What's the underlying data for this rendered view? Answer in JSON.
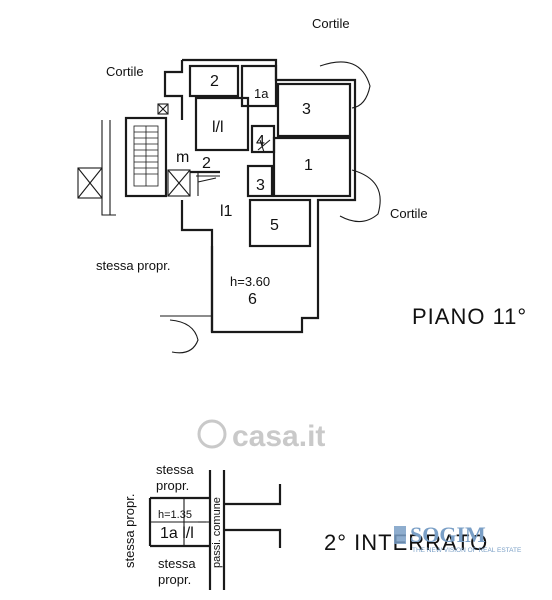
{
  "plan": {
    "floor_title": "PIANO 11°",
    "basement_title": "2° INTERRATO",
    "labels": {
      "cortile_top": "Cortile",
      "cortile_left": "Cortile",
      "cortile_right": "Cortile",
      "stessa_propr": "stessa propr.",
      "room_2a": "2",
      "room_1a": "1a",
      "room_3": "3",
      "room_ll": "l/l",
      "room_4": "4",
      "room_m": "m",
      "room_2b": "2",
      "room_1": "1",
      "room_3b": "3",
      "room_l1": "l1",
      "room_5": "5",
      "room_6_height": "h=3.60",
      "room_6": "6"
    }
  },
  "basement": {
    "stessa_propr_top_1": "stessa",
    "stessa_propr_top_2": "propr.",
    "stessa_propr_left": "stessa propr.",
    "height": "h=1.35",
    "room": "1a l/l",
    "passi_comune": "passi. comune",
    "stessa_propr_bot_1": "stessa",
    "stessa_propr_bot_2": "propr."
  },
  "watermark": "casa.it",
  "logo": {
    "name": "SOGIM",
    "tagline": "THE NEW VISION OF REAL ESTATE"
  }
}
